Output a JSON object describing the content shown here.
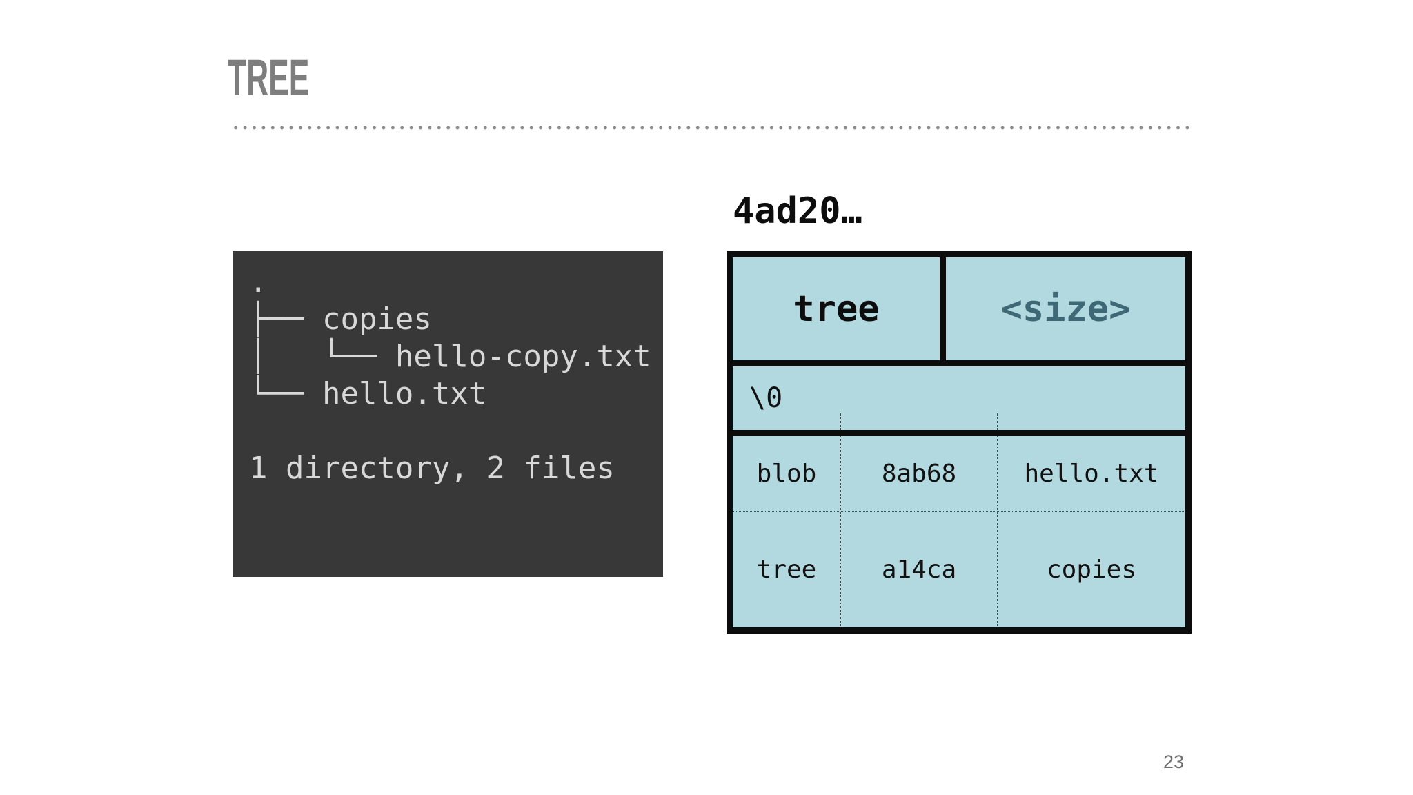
{
  "slide": {
    "title": "TREE",
    "page_number": "23"
  },
  "terminal": {
    "text": ".\n├── copies\n│   └── hello-copy.txt\n└── hello.txt\n\n1 directory, 2 files"
  },
  "tree_object": {
    "hash_label": "4ad20…",
    "header": {
      "type": "tree",
      "size": "<size>"
    },
    "null_byte": "\\0",
    "entries": [
      {
        "type": "blob",
        "hash": "8ab68",
        "name": "hello.txt"
      },
      {
        "type": "tree",
        "hash": "a14ca",
        "name": "copies"
      }
    ]
  },
  "colors": {
    "cell_background": "#b2d9df",
    "table_border": "#0c0c0c",
    "size_text_accent": "#3e6876",
    "terminal_background": "#383838",
    "terminal_text": "#d8d8d8",
    "title_gray": "#7e7e7e"
  }
}
